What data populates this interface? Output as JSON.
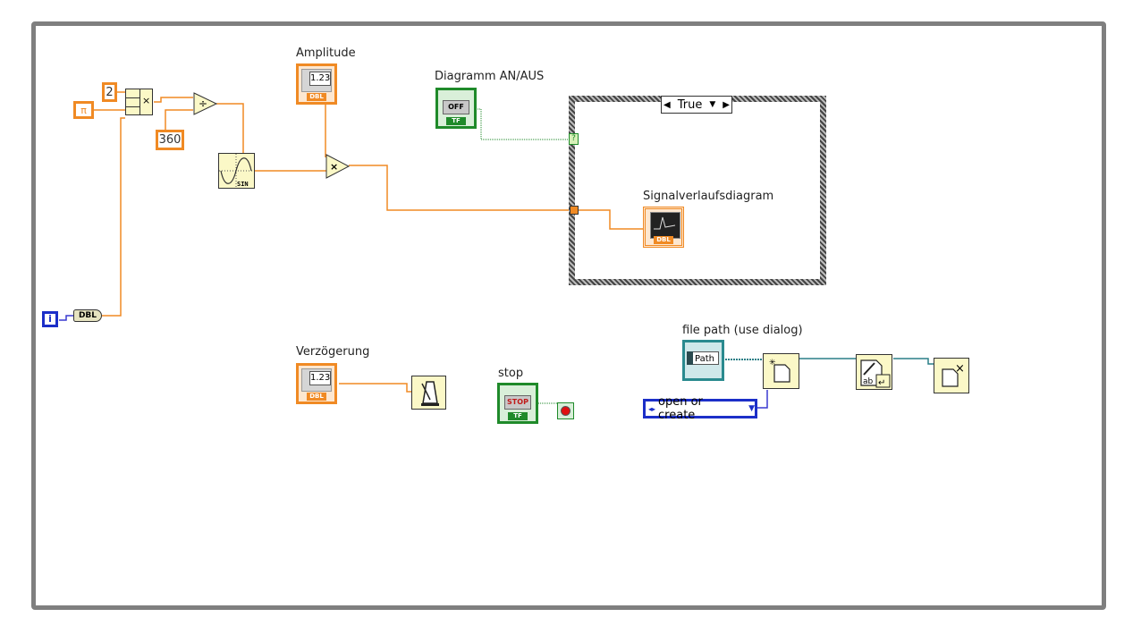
{
  "diagram": {
    "constants": {
      "two": "2",
      "pi": "π",
      "three_sixty": "360",
      "iteration": "i",
      "to_dbl": "DBL"
    },
    "controls": {
      "amplitude": {
        "label": "Amplitude",
        "value": "1.23",
        "type": "DBL"
      },
      "delay": {
        "label": "Verzögerung",
        "value": "1.23",
        "type": "DBL"
      },
      "diagram_toggle": {
        "label": "Diagramm AN/AUS",
        "value": "OFF",
        "type": "TF"
      },
      "stop": {
        "label": "stop",
        "value": "STOP",
        "type": "TF"
      },
      "file_path": {
        "label": "file path (use dialog)",
        "value": "Path"
      }
    },
    "functions": {
      "multiply_compound": "×",
      "divide": "÷",
      "sine": "SIN",
      "multiply": "×",
      "wait": "wait-ms",
      "open_file": "open/create file",
      "write_text": "write text file",
      "close_file": "close file"
    },
    "case_structure": {
      "selector_value": "True",
      "selector_terminal": "?",
      "indicator": {
        "label": "Signalverlaufsdiagram",
        "type": "DBL"
      }
    },
    "enum_constant": {
      "value": "open or create"
    },
    "colors": {
      "numeric_wire": "#f08a24",
      "boolean_wire": "#1f8a2a",
      "integer_wire": "#1c2fc8",
      "refnum_wire": "#2a7f87",
      "frame": "#7f7f7f"
    }
  }
}
